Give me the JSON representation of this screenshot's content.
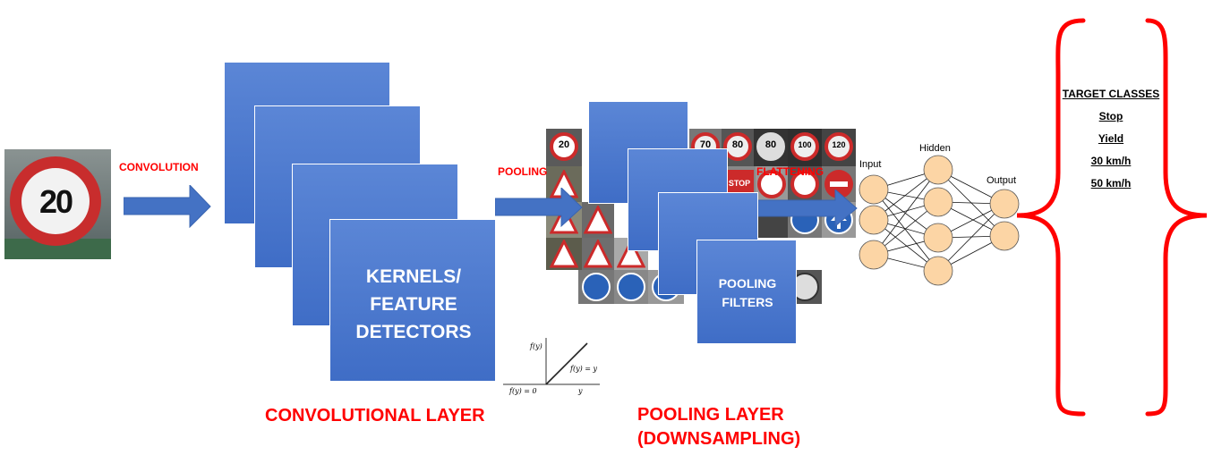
{
  "input_image": {
    "speed_text": "20"
  },
  "labels": {
    "convolution": "CONVOLUTION",
    "pooling": "POOLING",
    "flattening": "FLATTENING"
  },
  "conv_layer": {
    "box_text_line1": "KERNELS/",
    "box_text_line2": "FEATURE",
    "box_text_line3": "DETECTORS",
    "title": "CONVOLUTIONAL LAYER"
  },
  "relu": {
    "y_axis": "f(y)",
    "pos_label": "f(y) = y",
    "neg_label": "f(y) = 0",
    "x_axis": "y"
  },
  "pool_layer": {
    "box_text_line1": "POOLING",
    "box_text_line2": "FILTERS",
    "title_line1": "POOLING LAYER",
    "title_line2": "(DOWNSAMPLING)"
  },
  "sign_collage": {
    "texts": [
      "20",
      "70",
      "80",
      "80",
      "100",
      "120",
      "STOP"
    ]
  },
  "network": {
    "input_label": "Input",
    "hidden_label": "Hidden",
    "output_label": "Output",
    "node_color": "#fcd5a5"
  },
  "target_classes": {
    "header": "TARGET CLASSES",
    "items": [
      "Stop",
      "Yield",
      "30 km/h",
      "50 km/h"
    ]
  },
  "colors": {
    "accent_red": "#ff0000",
    "box_blue": "#4472c4",
    "arrow_blue": "#4472c4"
  }
}
